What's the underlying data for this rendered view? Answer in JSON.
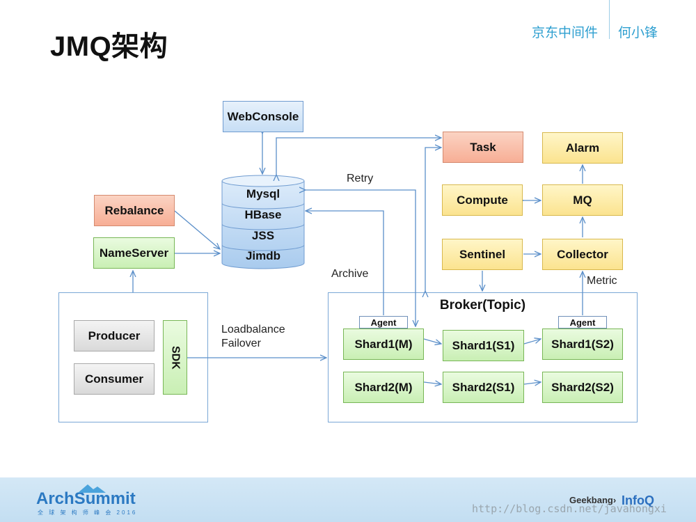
{
  "header": {
    "title": "JMQ架构",
    "org": "京东中间件",
    "author": "何小锋"
  },
  "nodes": {
    "webconsole": "WebConsole",
    "task": "Task",
    "alarm": "Alarm",
    "compute": "Compute",
    "mq": "MQ",
    "sentinel": "Sentinel",
    "collector": "Collector",
    "rebalance": "Rebalance",
    "nameserver": "NameServer",
    "producer": "Producer",
    "consumer": "Consumer",
    "sdk": "SDK",
    "broker_title": "Broker(Topic)",
    "agent": "Agent",
    "shard1_m": "Shard1(M)",
    "shard1_s1": "Shard1(S1)",
    "shard1_s2": "Shard1(S2)",
    "shard2_m": "Shard2(M)",
    "shard2_s1": "Shard2(S1)",
    "shard2_s2": "Shard2(S2)"
  },
  "storage": [
    "Mysql",
    "HBase",
    "JSS",
    "Jimdb"
  ],
  "edge_labels": {
    "retry": "Retry",
    "archive": "Archive",
    "metric": "Metric",
    "loadbalance": "Loadbalance",
    "failover": "Failover"
  },
  "footer": {
    "logo": "ArchSummit",
    "logo_sub": "全 球 架 构 师 峰 会 2016",
    "watermark": "http://blog.csdn.net/javahongxi",
    "geek": "Geekbang›",
    "infoq": "InfoQ"
  },
  "colors": {
    "accent": "#2e9fd0",
    "line": "#5b8fc9",
    "blue_node": "#c7def5",
    "orange_node": "#f7ae95",
    "yellow_node": "#fbe38f",
    "green_node": "#c9efb4",
    "gray_node": "#d9d9d9"
  }
}
